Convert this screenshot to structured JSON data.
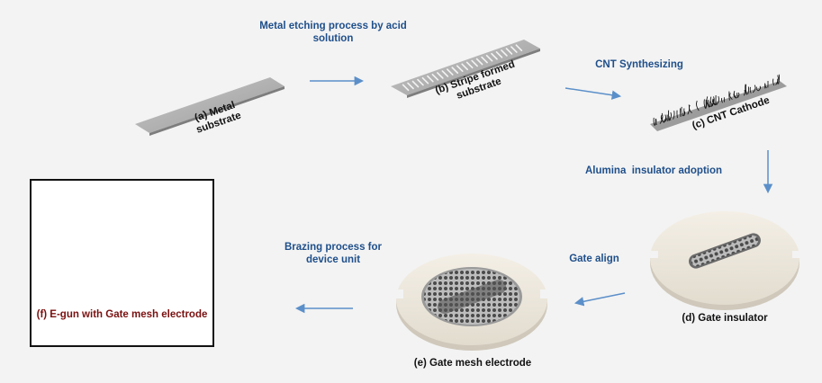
{
  "process_steps": {
    "etching": [
      "Metal etching process by acid",
      "solution"
    ],
    "cnt_synthesis": "CNT Synthesizing",
    "alumina": "Alumina  insulator adoption",
    "gate_align": "Gate align",
    "brazing": [
      "Brazing process for",
      "device unit"
    ]
  },
  "stages": {
    "a": [
      "(a) Metal",
      "substrate"
    ],
    "b": [
      "(b) Stripe formed",
      "substrate"
    ],
    "c": "(c) CNT Cathode",
    "d": "(d) Gate insulator",
    "e": "(e) Gate mesh electrode",
    "f": "(f) E-gun with Gate mesh electrode"
  },
  "colors": {
    "step_text": "#1f4f8a",
    "caption_text": "#111111",
    "final_caption": "#7a1010",
    "arrow": "#5b8fc9"
  }
}
